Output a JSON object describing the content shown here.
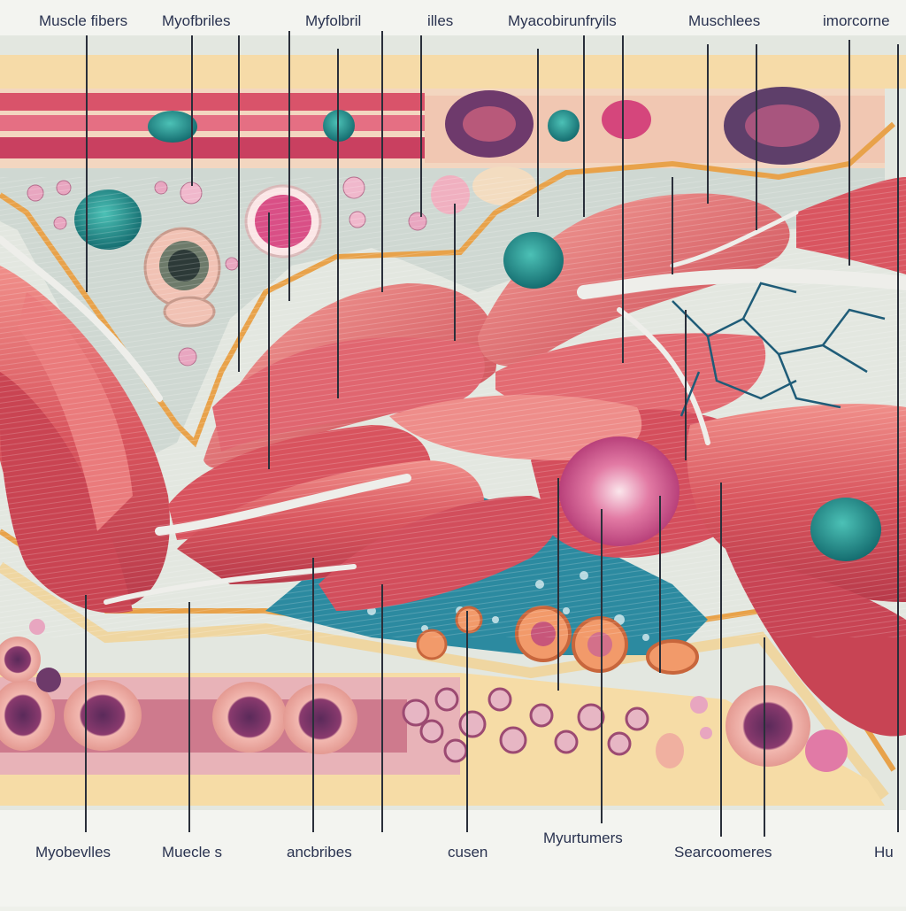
{
  "diagram": {
    "top_labels": [
      "Muscle fibers",
      "Myofbriles",
      "Myfolbril",
      "illes",
      "Myacobirunfryils",
      "Muschlees",
      "imorcorne"
    ],
    "bottom_labels": [
      "Myobevlles",
      "Muecle s",
      "ancbribes",
      "cusen",
      "Myurtumers",
      "Searcoomeres",
      "Hu"
    ]
  },
  "colors": {
    "background": "#eef0ea",
    "muscle": "#d9535c",
    "muscle_light": "#ef8f8c",
    "tendon": "#e8e8e2",
    "fascia": "#f3c77a",
    "nucleus": "#1f8f8f",
    "label_line": "#2a2f3a"
  }
}
